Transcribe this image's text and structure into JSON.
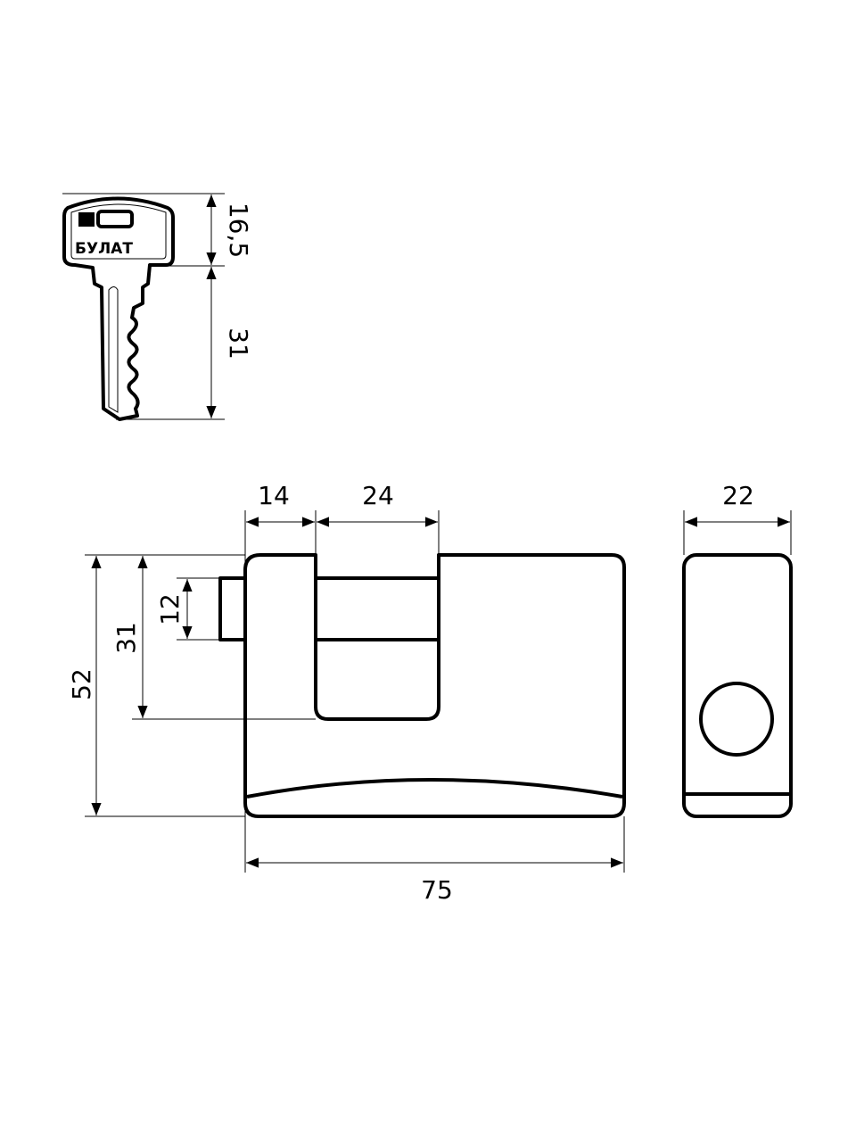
{
  "key": {
    "brand": "БУЛАТ",
    "dimensions": {
      "head_height": "16,5",
      "blade_length": "31"
    }
  },
  "lock_front": {
    "dimensions": {
      "shackle_offset": "14",
      "shackle_inner_width": "24",
      "bolt_height": "12",
      "shackle_inner_height": "31",
      "body_height": "52",
      "body_width": "75"
    }
  },
  "lock_side": {
    "dimensions": {
      "body_depth": "22"
    }
  }
}
